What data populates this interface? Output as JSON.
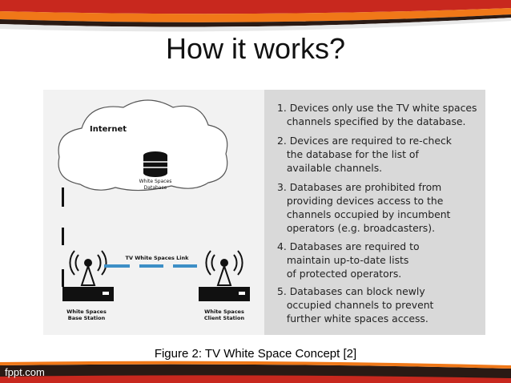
{
  "slide": {
    "title": "How it works?",
    "caption": "Figure 2: TV White Space Concept [2]",
    "footer_brand": "fppt.com"
  },
  "diagram": {
    "internet_label": "Internet",
    "database_label_line1": "White Spaces",
    "database_label_line2": "Database",
    "link_label": "TV White Spaces Link",
    "base_label_line1": "White Spaces",
    "base_label_line2": "Base Station",
    "client_label_line1": "White Spaces",
    "client_label_line2": "Client Station"
  },
  "steps": [
    {
      "line1": "1. Devices only use the TV white spaces",
      "line2": "channels specified by the database."
    },
    {
      "line1": "2. Devices are required to re-check",
      "line2": "the database for the list of",
      "line3": "available channels."
    },
    {
      "line1": "3. Databases are prohibited from",
      "line2": "providing devices access to the",
      "line3": "channels occupied by incumbent",
      "line4": "operators (e.g. broadcasters)."
    },
    {
      "line1": "4. Databases are required to",
      "line2": "maintain up-to-date lists",
      "line3": "of protected operators."
    },
    {
      "line1": "5. Databases can block newly",
      "line2": "occupied channels to prevent",
      "line3": "further white spaces access."
    }
  ],
  "colors": {
    "banner_red": "#c8281e",
    "banner_orange": "#f07818",
    "banner_dark": "#2a1a14",
    "link_blue": "#3d8fc6",
    "panel_gray": "#d9d9d9"
  }
}
